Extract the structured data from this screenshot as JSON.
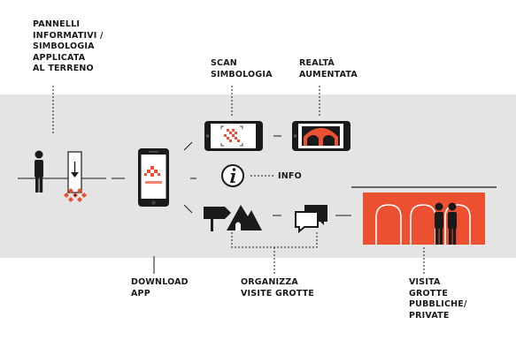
{
  "labels": {
    "panels": "PANNELLI\nINFORMATIVI /\nSIMBOLOGIA\nAPPLICATA\nAL TERRENO",
    "scan": "SCAN\nSIMBOLOGIA",
    "ar": "REALTÀ\nAUMENTATA",
    "info": "INFO",
    "download": "DOWNLOAD\nAPP",
    "organize": "ORGANIZZA\nVISITE GROTTE",
    "visit": "VISITA\nGROTTE\nPUBBLICHE/\nPRIVATE"
  },
  "colors": {
    "accent": "#ec5031",
    "dark": "#1a1a1a",
    "band": "#e4e4e4"
  },
  "icons": [
    "person-icon",
    "sign-post-icon",
    "floor-symbol-icon",
    "smartphone-icon",
    "qr-scan-phone-icon",
    "ar-phone-icon",
    "info-icon",
    "signpost-arrow-icon",
    "mountain-icon",
    "chat-bubbles-icon",
    "cave-arches-icon",
    "visitors-icon"
  ]
}
